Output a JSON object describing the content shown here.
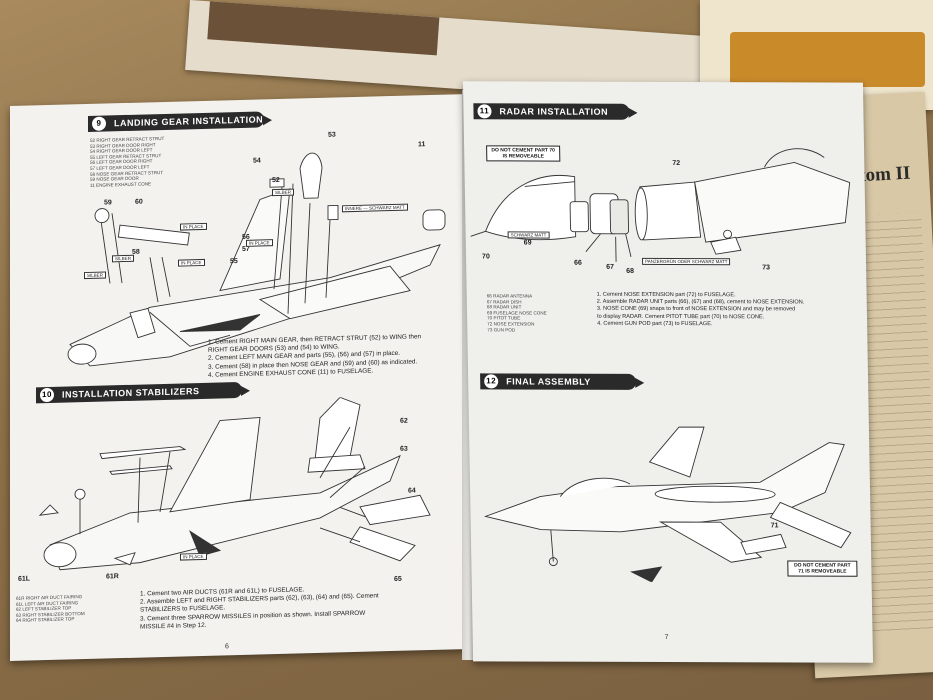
{
  "background": {
    "magazine_title": "Phantom II"
  },
  "left_page": {
    "page_number": "6",
    "step9": {
      "number": "9",
      "title": "LANDING GEAR INSTALLATION",
      "legend": [
        "RIGHT GEAR RETRACT STRUT",
        "RIGHT GEAR DOOR RIGHT",
        "RIGHT GEAR DOOR LEFT",
        "LEFT GEAR RETRACT STRUT",
        "LEFT GEAR DOOR RIGHT",
        "LEFT GEAR DOOR LEFT",
        "NOSE GEAR RETRACT STRUT",
        "NOSE GEAR DOOR",
        "ENGINE EXHAUST CONE"
      ],
      "parts": [
        "53",
        "54",
        "52",
        "11",
        "59",
        "60",
        "58",
        "56",
        "57",
        "55"
      ],
      "labels": [
        "IN PLACE",
        "IN PLACE",
        "IN PLACE",
        "SILBER",
        "SILBER",
        "SILBER",
        "INNERE — SCHWARZ MATT"
      ],
      "instructions": [
        "1.  Cement RIGHT MAIN GEAR, then RETRACT STRUT (52) to WING then",
        "     RIGHT GEAR DOORS (53) and (54) to WING.",
        "2.  Cement LEFT MAIN GEAR and parts (55), (56) and (57) in place.",
        "3.  Cement (58) in place then NOSE GEAR and (59) and (60) as indicated.",
        "4.  Cement ENGINE EXHAUST CONE (11) to FUSELAGE."
      ]
    },
    "step10": {
      "number": "10",
      "title": "INSTALLATION STABILIZERS",
      "legend": [
        "RIGHT AIR DUCT FAIRING",
        "LEFT AIR DUCT FAIRING",
        "LEFT STABILIZER TOP",
        "RIGHT STABILIZER BOTTOM",
        "RIGHT STABILIZER TOP"
      ],
      "parts": [
        "62",
        "63",
        "64",
        "65",
        "61L",
        "61R"
      ],
      "labels": [
        "IN PLACE"
      ],
      "instructions": [
        "1.  Cement two AIR DUCTS (61R and 61L) to FUSELAGE.",
        "2.  Assemble LEFT and RIGHT STABILIZERS parts (62), (63), (64) and (65). Cement",
        "     STABILIZERS to FUSELAGE.",
        "3.  Cement three SPARROW MISSILES in position as shown. Install SPARROW",
        "     MISSILE #4 in Step 12."
      ]
    }
  },
  "right_page": {
    "page_number": "7",
    "step11": {
      "number": "11",
      "title": "RADAR INSTALLATION",
      "warning": "DO NOT CEMENT PART 70 IS REMOVEABLE",
      "legend": [
        "RADAR ANTENNA",
        "RADAR DISH",
        "RADAR UNIT",
        "FUSELAGE NOSE CONE",
        "PITOT TUBE",
        "NOSE EXTENSION",
        "GUN POD"
      ],
      "parts": [
        "72",
        "69",
        "70",
        "66",
        "67",
        "68",
        "73"
      ],
      "labels": [
        "SCHWARZ MATT",
        "PANZERGRÜN ODER SCHWARZ MATT"
      ],
      "instructions": [
        "1.  Cement NOSE EXTENSION part (72) to FUSELAGE.",
        "2.  Assemble RADAR UNIT parts (66), (67) and (68), cement to NOSE EXTENSION.",
        "3.  NOSE CONE (69) snaps to front of NOSE EXTENSION and may be removed",
        "     to display RADAR. Cement PITOT TUBE part (70) to NOSE CONE.",
        "4.  Cement GUN POD part (73) to FUSELAGE."
      ]
    },
    "step12": {
      "number": "12",
      "title": "FINAL ASSEMBLY",
      "warning": "DO NOT CEMENT PART 71 IS REMOVEABLE",
      "parts": [
        "71"
      ]
    }
  },
  "colors": {
    "ink": "#222222",
    "paper": "#f3f2ee",
    "banner": "#2a2a2a",
    "table": "#8c7048"
  }
}
